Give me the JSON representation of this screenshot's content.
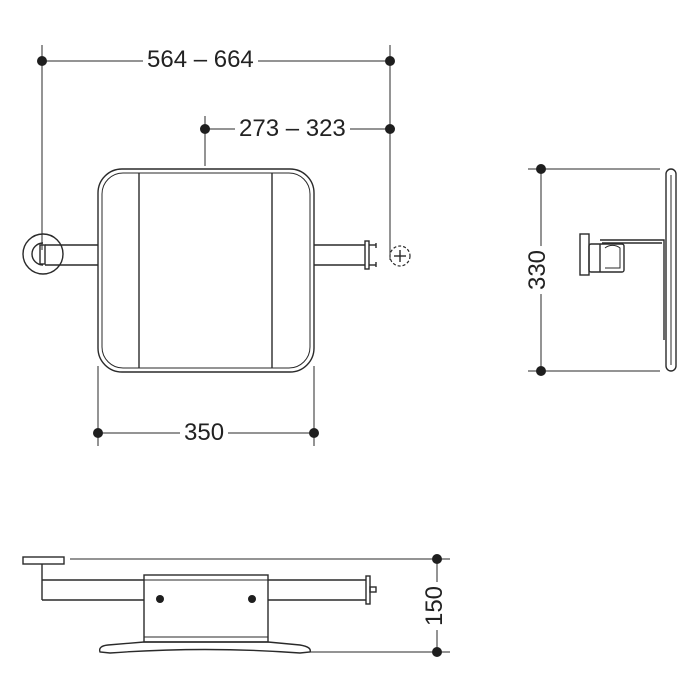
{
  "drawing": {
    "views": [
      "front-view",
      "side-view",
      "top-view"
    ],
    "dimensions": {
      "overall_width": "564 – 664",
      "offset_width": "273 – 323",
      "seat_width": "350",
      "seat_height": "330",
      "depth": "150"
    },
    "colors": {
      "line": "#2a2a2a",
      "background": "#ffffff"
    }
  }
}
